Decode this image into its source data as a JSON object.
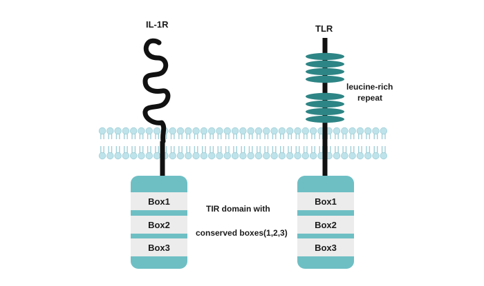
{
  "receptors": [
    {
      "name": "IL-1R",
      "boxes": [
        "Box1",
        "Box2",
        "Box3"
      ]
    },
    {
      "name": "TLR",
      "boxes": [
        "Box1",
        "Box2",
        "Box3"
      ]
    }
  ],
  "annotations": {
    "leucine_line1": "leucine-rich",
    "leucine_line2": "repeat",
    "tir_line1": "TIR domain with",
    "tir_line2": "conserved boxes(1,2,3)"
  },
  "colors": {
    "membrane_head": "#bfe3ea",
    "membrane_tail": "#9fcfd8",
    "tir_domain": "#6ebfc4",
    "tir_box": "#ececec",
    "lrr": "#2e8585",
    "stalk": "#111111"
  },
  "icons": {
    "il1r_extracellular": "ig-like-domain-coil",
    "tlr_extracellular": "leucine-rich-repeat-disks",
    "membrane": "lipid-bilayer"
  }
}
